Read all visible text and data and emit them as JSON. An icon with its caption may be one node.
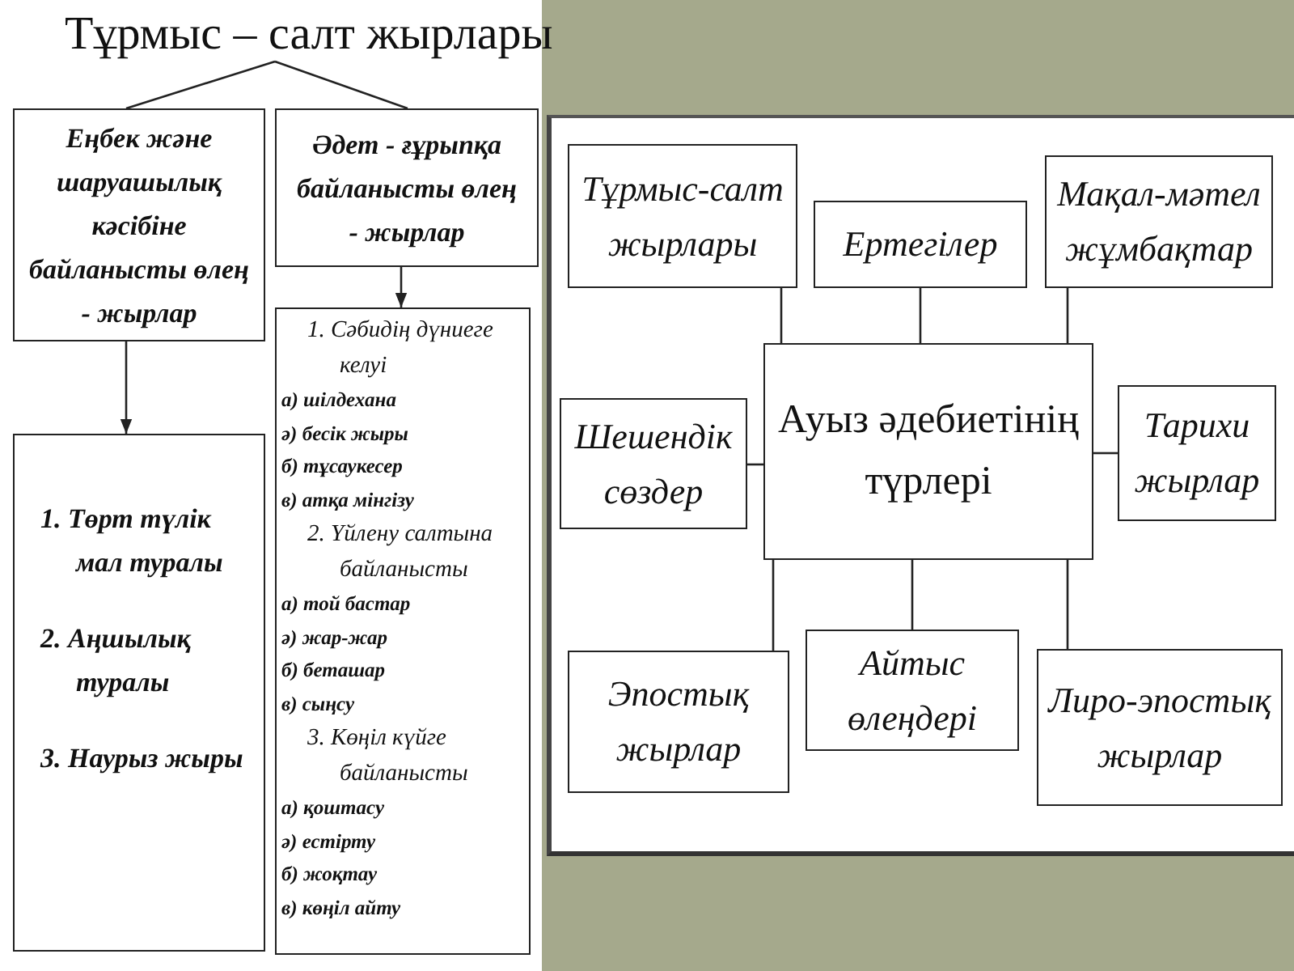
{
  "diagram": {
    "nodes": [
      {
        "text": [
          "Тұрмыс – салт жырлары"
        ]
      },
      {
        "text": [
          "Еңбек және шаруашылық кәсібіне байланысты өлең - жырлар"
        ]
      },
      {
        "text": [
          "Әдет - ғұрыпқа байланысты өлең - жырлар"
        ]
      },
      {
        "text": [
          "1. Төрт түлік мал туралы",
          "2. Аңшылық туралы",
          "3. Наурыз жыры"
        ]
      },
      {
        "text": [
          "1. Сәбидің дүниеге келуі",
          "а) шілдехана",
          "ә) бесік жыры",
          "б) тұсаукесер",
          "в) атқа мінгізу",
          "2. Үйлену салтына байланысты",
          "а) той бастар",
          "ә) жар-жар",
          "б) беташар",
          "в) сыңсу",
          "3. Көңіл күйге байланысты",
          "а) қоштасу",
          "ә) естірту",
          "б) жоқтау",
          "в) көңіл айту"
        ]
      },
      {
        "text": [
          "Тұрмыс-салт жырлары"
        ]
      },
      {
        "text": [
          "Ертегілер"
        ]
      },
      {
        "text": [
          "Мақал-мәтел жұмбақтар"
        ]
      },
      {
        "text": [
          "Шешендік сөздер"
        ]
      },
      {
        "text": [
          "Ауыз әдебиетінің түрлері"
        ]
      },
      {
        "text": [
          "Тарихи жырлар"
        ]
      },
      {
        "text": [
          "Эпостық жырлар"
        ]
      },
      {
        "text": [
          "Айтыс өлеңдері"
        ]
      },
      {
        "text": [
          "Лиро-эпостық жырлар"
        ]
      }
    ],
    "edges": [
      {
        "from": 0,
        "to": 1,
        "arrow": "none"
      },
      {
        "from": 0,
        "to": 2,
        "arrow": "none"
      },
      {
        "from": 1,
        "to": 3,
        "arrow": "to"
      },
      {
        "from": 2,
        "to": 4,
        "arrow": "to"
      },
      {
        "from": 9,
        "to": 5,
        "arrow": "none"
      },
      {
        "from": 9,
        "to": 6,
        "arrow": "none"
      },
      {
        "from": 9,
        "to": 7,
        "arrow": "none"
      },
      {
        "from": 9,
        "to": 8,
        "arrow": "none"
      },
      {
        "from": 9,
        "to": 10,
        "arrow": "none"
      },
      {
        "from": 9,
        "to": 11,
        "arrow": "none"
      },
      {
        "from": 9,
        "to": 12,
        "arrow": "none"
      },
      {
        "from": 9,
        "to": 13,
        "arrow": "none"
      }
    ]
  }
}
